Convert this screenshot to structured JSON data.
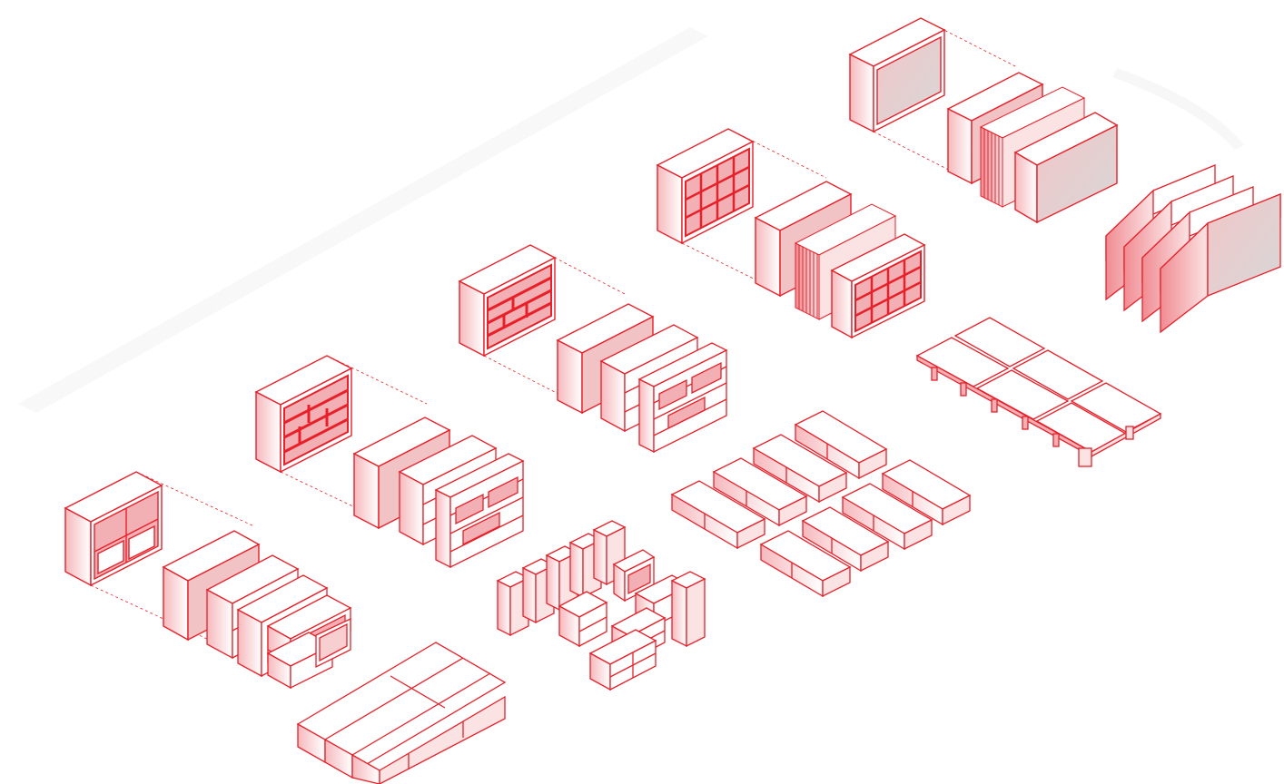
{
  "diagram": {
    "accent_color": "#e8202a",
    "shade_color": "#f7d4d6",
    "side_color": "#ffffff",
    "shaded_face_color": "#d9d9d9",
    "shelf_patterns": [
      "grid",
      "staggered",
      "staggered",
      "grid-3x4",
      "solid"
    ],
    "ground_shadow_color": "#f4f4f4",
    "labels": []
  }
}
